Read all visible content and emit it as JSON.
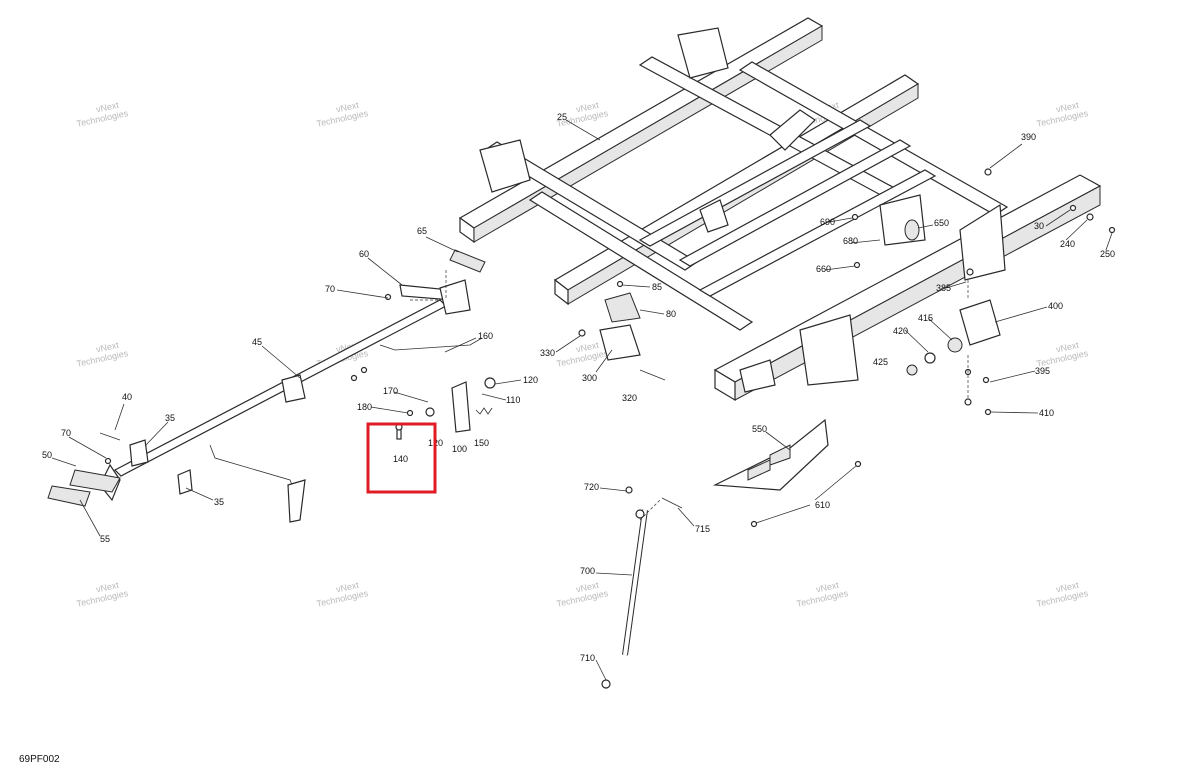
{
  "document_id": "69PF002",
  "watermark": [
    "vNext",
    "Technologies"
  ],
  "highlighted_part": "140",
  "callouts": [
    {
      "id": "25"
    },
    {
      "id": "390"
    },
    {
      "id": "690"
    },
    {
      "id": "650"
    },
    {
      "id": "680"
    },
    {
      "id": "660"
    },
    {
      "id": "30"
    },
    {
      "id": "240"
    },
    {
      "id": "250"
    },
    {
      "id": "385"
    },
    {
      "id": "400"
    },
    {
      "id": "415"
    },
    {
      "id": "420"
    },
    {
      "id": "425"
    },
    {
      "id": "395"
    },
    {
      "id": "410"
    },
    {
      "id": "65"
    },
    {
      "id": "60"
    },
    {
      "id": "70"
    },
    {
      "id": "85"
    },
    {
      "id": "80"
    },
    {
      "id": "330"
    },
    {
      "id": "300"
    },
    {
      "id": "320"
    },
    {
      "id": "160"
    },
    {
      "id": "45"
    },
    {
      "id": "170"
    },
    {
      "id": "180"
    },
    {
      "id": "120"
    },
    {
      "id": "110"
    },
    {
      "id": "140"
    },
    {
      "id": "120"
    },
    {
      "id": "100"
    },
    {
      "id": "150"
    },
    {
      "id": "40"
    },
    {
      "id": "35"
    },
    {
      "id": "70"
    },
    {
      "id": "50"
    },
    {
      "id": "35"
    },
    {
      "id": "55"
    },
    {
      "id": "550"
    },
    {
      "id": "610"
    },
    {
      "id": "720"
    },
    {
      "id": "715"
    },
    {
      "id": "700"
    },
    {
      "id": "710"
    }
  ]
}
